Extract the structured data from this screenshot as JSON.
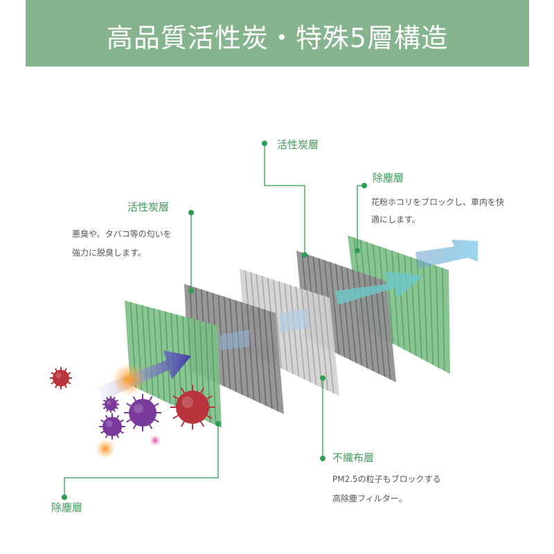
{
  "header": {
    "title": "高品質活性炭・特殊5層構造"
  },
  "layers": [
    {
      "label": "除塵層",
      "desc": [
        "花粉ホコリをブロックし、車内を快",
        "適にします。"
      ]
    },
    {
      "label": "活性炭層",
      "desc": []
    },
    {
      "label": "活性炭層",
      "desc": [
        "悪臭や、タバコ等の匂いを",
        "強力に脱臭します。"
      ]
    },
    {
      "label": "不織布層",
      "desc": [
        "PM2.5の粒子もブロックする",
        "高除塵フィルター。"
      ]
    },
    {
      "label": "除塵層",
      "desc": []
    }
  ],
  "colors": {
    "banner": "#86b48e",
    "label_text": "#3f9a5a",
    "leader_line": "#2e9e52",
    "green_layer": "#7fc08a",
    "carbon_layer": "#8e8e8e",
    "nonwoven_layer": "#d2d2d2",
    "airflow_arrow": "#3e3aa6",
    "clean_air_arrow": "#8fd3ee",
    "virus_red": "#b8333a",
    "virus_purple": "#7a3a9c",
    "particle_orange": "#f39a2a"
  }
}
